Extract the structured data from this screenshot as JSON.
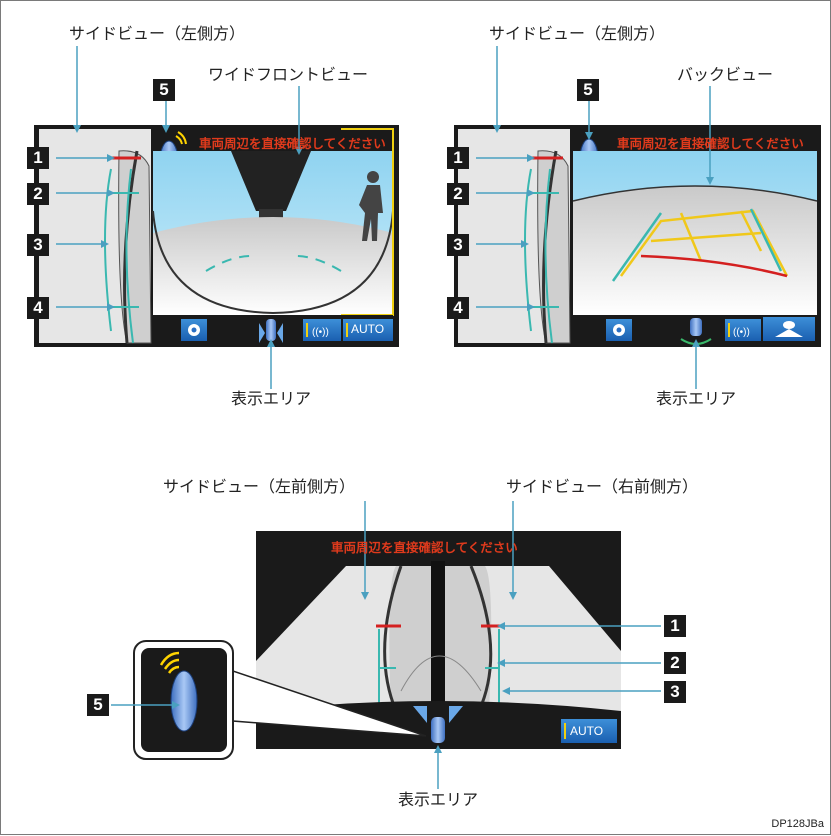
{
  "diagram_code": "DP128JBa",
  "top_left": {
    "side_view_label": "サイドビュー（左側方）",
    "main_view_label": "ワイドフロントビュー",
    "display_area_label": "表示エリア",
    "warning": "車両周辺を直接確認してください",
    "auto_label": "AUTO"
  },
  "top_right": {
    "side_view_label": "サイドビュー（左側方）",
    "main_view_label": "バックビュー",
    "display_area_label": "表示エリア",
    "warning": "車両周辺を直接確認してください"
  },
  "bottom": {
    "left_label": "サイドビュー（左前側方）",
    "right_label": "サイドビュー（右前側方）",
    "display_area_label": "表示エリア",
    "warning": "車両周辺を直接確認してください",
    "auto_label": "AUTO"
  },
  "callouts": {
    "n1": "1",
    "n2": "2",
    "n3": "3",
    "n4": "4",
    "n5": "5"
  },
  "icons": [
    "gear-icon",
    "sonar-icon",
    "car-icon",
    "camera-toggle-icon",
    "view-switch-icon"
  ]
}
